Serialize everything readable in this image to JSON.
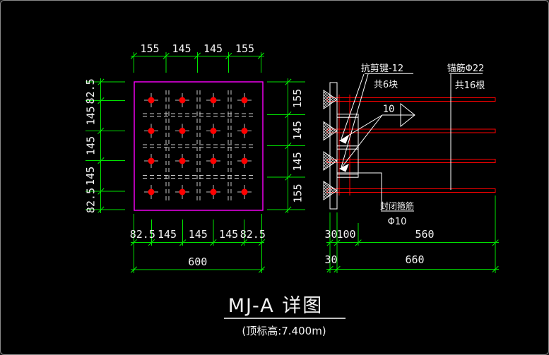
{
  "colors": {
    "dim_line": "#00e400",
    "plate_outline": "#ff00ff",
    "bar_red": "#ff0000",
    "drawing_white": "#ffffff",
    "hidden_gray": "#c9c9c9"
  },
  "title": {
    "main": "MJ-A 详图",
    "sub": "(顶标高:7.400m)"
  },
  "plan": {
    "dims_top": [
      "155",
      "145",
      "145",
      "155"
    ],
    "dims_left": [
      "82.5",
      "145",
      "145",
      "145",
      "82.5"
    ],
    "dims_right": [
      "155",
      "145",
      "145",
      "155"
    ],
    "dims_bottom": [
      "82.5",
      "145",
      "145",
      "145",
      "82.5"
    ],
    "dim_total_bottom": "600"
  },
  "section": {
    "labels": {
      "shear_key": "抗剪键-12",
      "shear_key_count": "共6块",
      "anchor_bar": "锚筋Φ22",
      "anchor_bar_count": "共16根",
      "weld_size": "10",
      "stirrup": "封闭箍筋",
      "stirrup_size": "Φ10"
    },
    "dims_bottom_row1": [
      "30",
      "100",
      "560"
    ],
    "dims_bottom_row2": [
      "30",
      "660"
    ]
  }
}
